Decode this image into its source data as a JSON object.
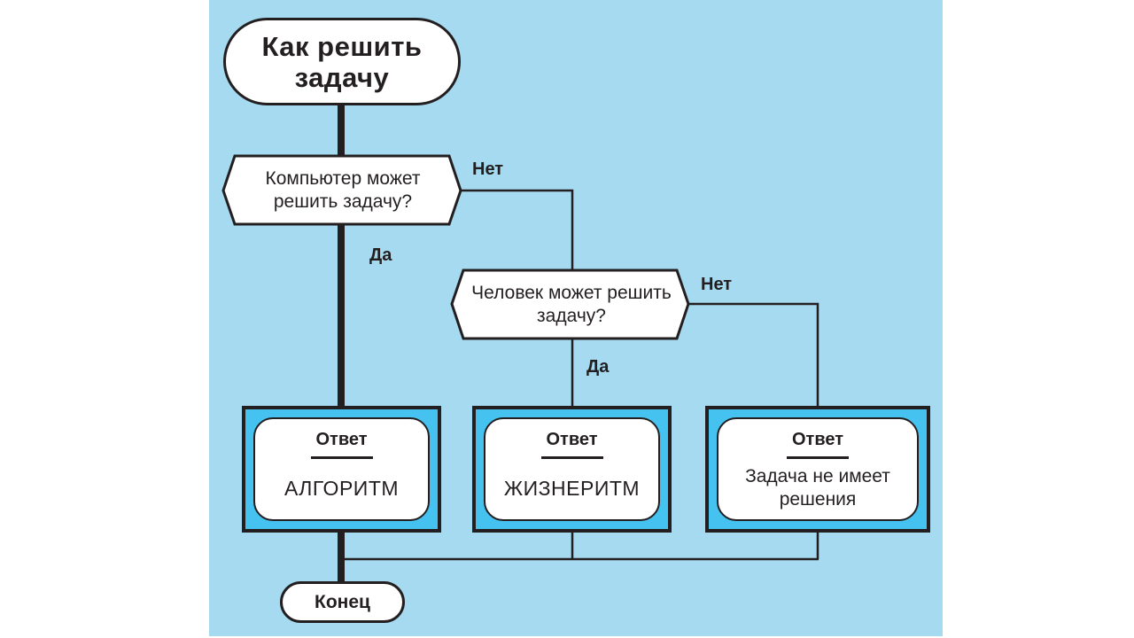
{
  "start": {
    "label": "Как решить задачу"
  },
  "decisions": [
    {
      "question": "Компьютер может решить задачу?",
      "yes_label": "Да",
      "no_label": "Нет"
    },
    {
      "question": "Человек может решить задачу?",
      "yes_label": "Да",
      "no_label": "Нет"
    }
  ],
  "answers": [
    {
      "heading": "Ответ",
      "text": "АЛГОРИТМ"
    },
    {
      "heading": "Ответ",
      "text": "ЖИЗНЕРИТМ"
    },
    {
      "heading": "Ответ",
      "text": "Задача не имеет решения"
    }
  ],
  "end": {
    "label": "Конец"
  },
  "colors": {
    "background": "#a6daf0",
    "answer_frame": "#45c2ef",
    "stroke": "#231f20",
    "node_fill": "#ffffff"
  }
}
